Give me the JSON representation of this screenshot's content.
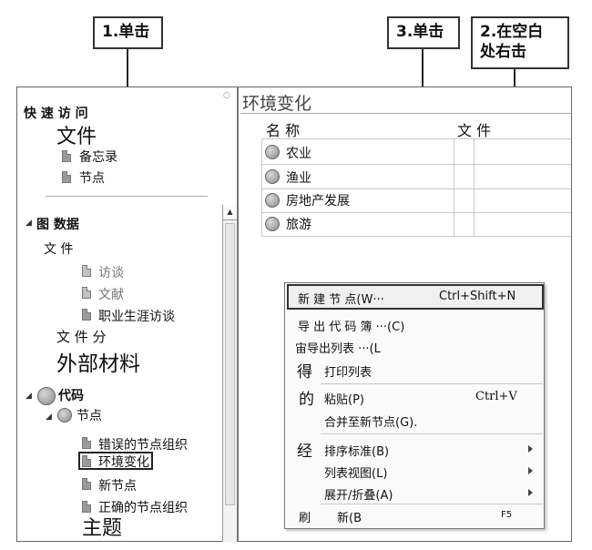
{
  "callouts": {
    "c1": "1.单击",
    "c3": "3.单击",
    "c2_line1": "2.在空白",
    "c2_line2": "处右击"
  },
  "left": {
    "quick_access": "快 速 访 问",
    "files": "文件",
    "memo": "备忘录",
    "nodes": "节点",
    "data_header": "图 数据",
    "data_files": "文        件",
    "interview": "访谈",
    "literature": "文献",
    "career_interview": "职业生涯访谈",
    "file_class": "文 件 分",
    "external": "外部材料",
    "codes": "代码",
    "code_nodes": "节点",
    "wrong_org": "错误的节点组织",
    "env_change": "环境变化",
    "new_node": "新节点",
    "right_org": "正确的节点组织",
    "topic": "主题",
    "scroll_up_glyph": "▲"
  },
  "right": {
    "title": "环境变化",
    "col_name": "名  称",
    "col_file": "文    件",
    "rows": [
      "农业",
      "渔业",
      "房地产发展",
      "旅游"
    ]
  },
  "menu": {
    "new_node": "新 建 节 点(W···",
    "new_node_shortcut": "Ctrl+Shift+N",
    "export_codebook": "导 出 代 码 簿 ···(C)",
    "export_list": "宙导出列表 ···(L",
    "print_prefix": "得",
    "print_list": "打印列表",
    "paste_prefix": "的",
    "paste": "粘贴(P)",
    "paste_shortcut": "Ctrl+V",
    "merge": "合并至新节点(G).",
    "sort_prefix": "经",
    "sort": "排序标准(B)",
    "list_view": "列表视图(L)",
    "expand": "展开/折叠(A)",
    "refresh_prefix": "刷",
    "refresh": "新(B",
    "refresh_shortcut": "F5"
  }
}
